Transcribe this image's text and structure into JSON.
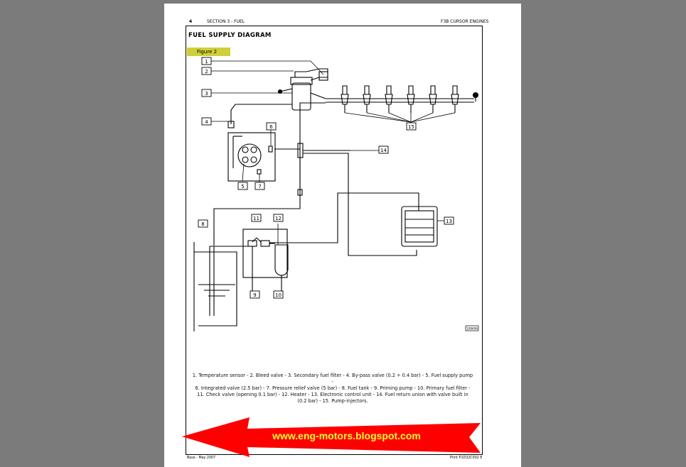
{
  "document": {
    "header_page_number": "4",
    "header_section": "SECTION 3 - FUEL",
    "header_engine": "F3B CURSOR ENGINES",
    "title": "FUEL SUPPLY DIAGRAM",
    "figure_label": "Figure 2",
    "drawing_code": "108496",
    "callouts": [
      "1",
      "2",
      "3",
      "4",
      "5",
      "6",
      "7",
      "8",
      "9",
      "10",
      "11",
      "12",
      "13",
      "14",
      "15"
    ],
    "caption_lines": [
      "1. Temperature sensor - 2. Bleed valve - 3. Secondary fuel filter - 4. By-pass valve (0.2 ÷ 0.4 bar) - 5. Fuel supply pump -",
      "6. Integrated valve (2.5 bar) - 7. Pressure relief valve (5 bar) - 8. Fuel tank - 9. Priming pump - 10. Primary fuel filter -",
      "11. Check valve (opening 0.1 bar) - 12. Heater - 13. Electronic control unit - 14. Fuel return union with valve built in",
      "(0.2 bar) - 15. Pump-injectors."
    ],
    "footer_left": "Base - May 2007",
    "footer_right": "Print P1D32C002 E"
  },
  "watermark": {
    "url": "www.eng-motors.blogspot.com",
    "arrow_color": "#ff0000",
    "text_color": "#ffff33"
  },
  "colors": {
    "viewer_background": "#7b7b7b",
    "figure_label_background": "#cfcf3a"
  }
}
